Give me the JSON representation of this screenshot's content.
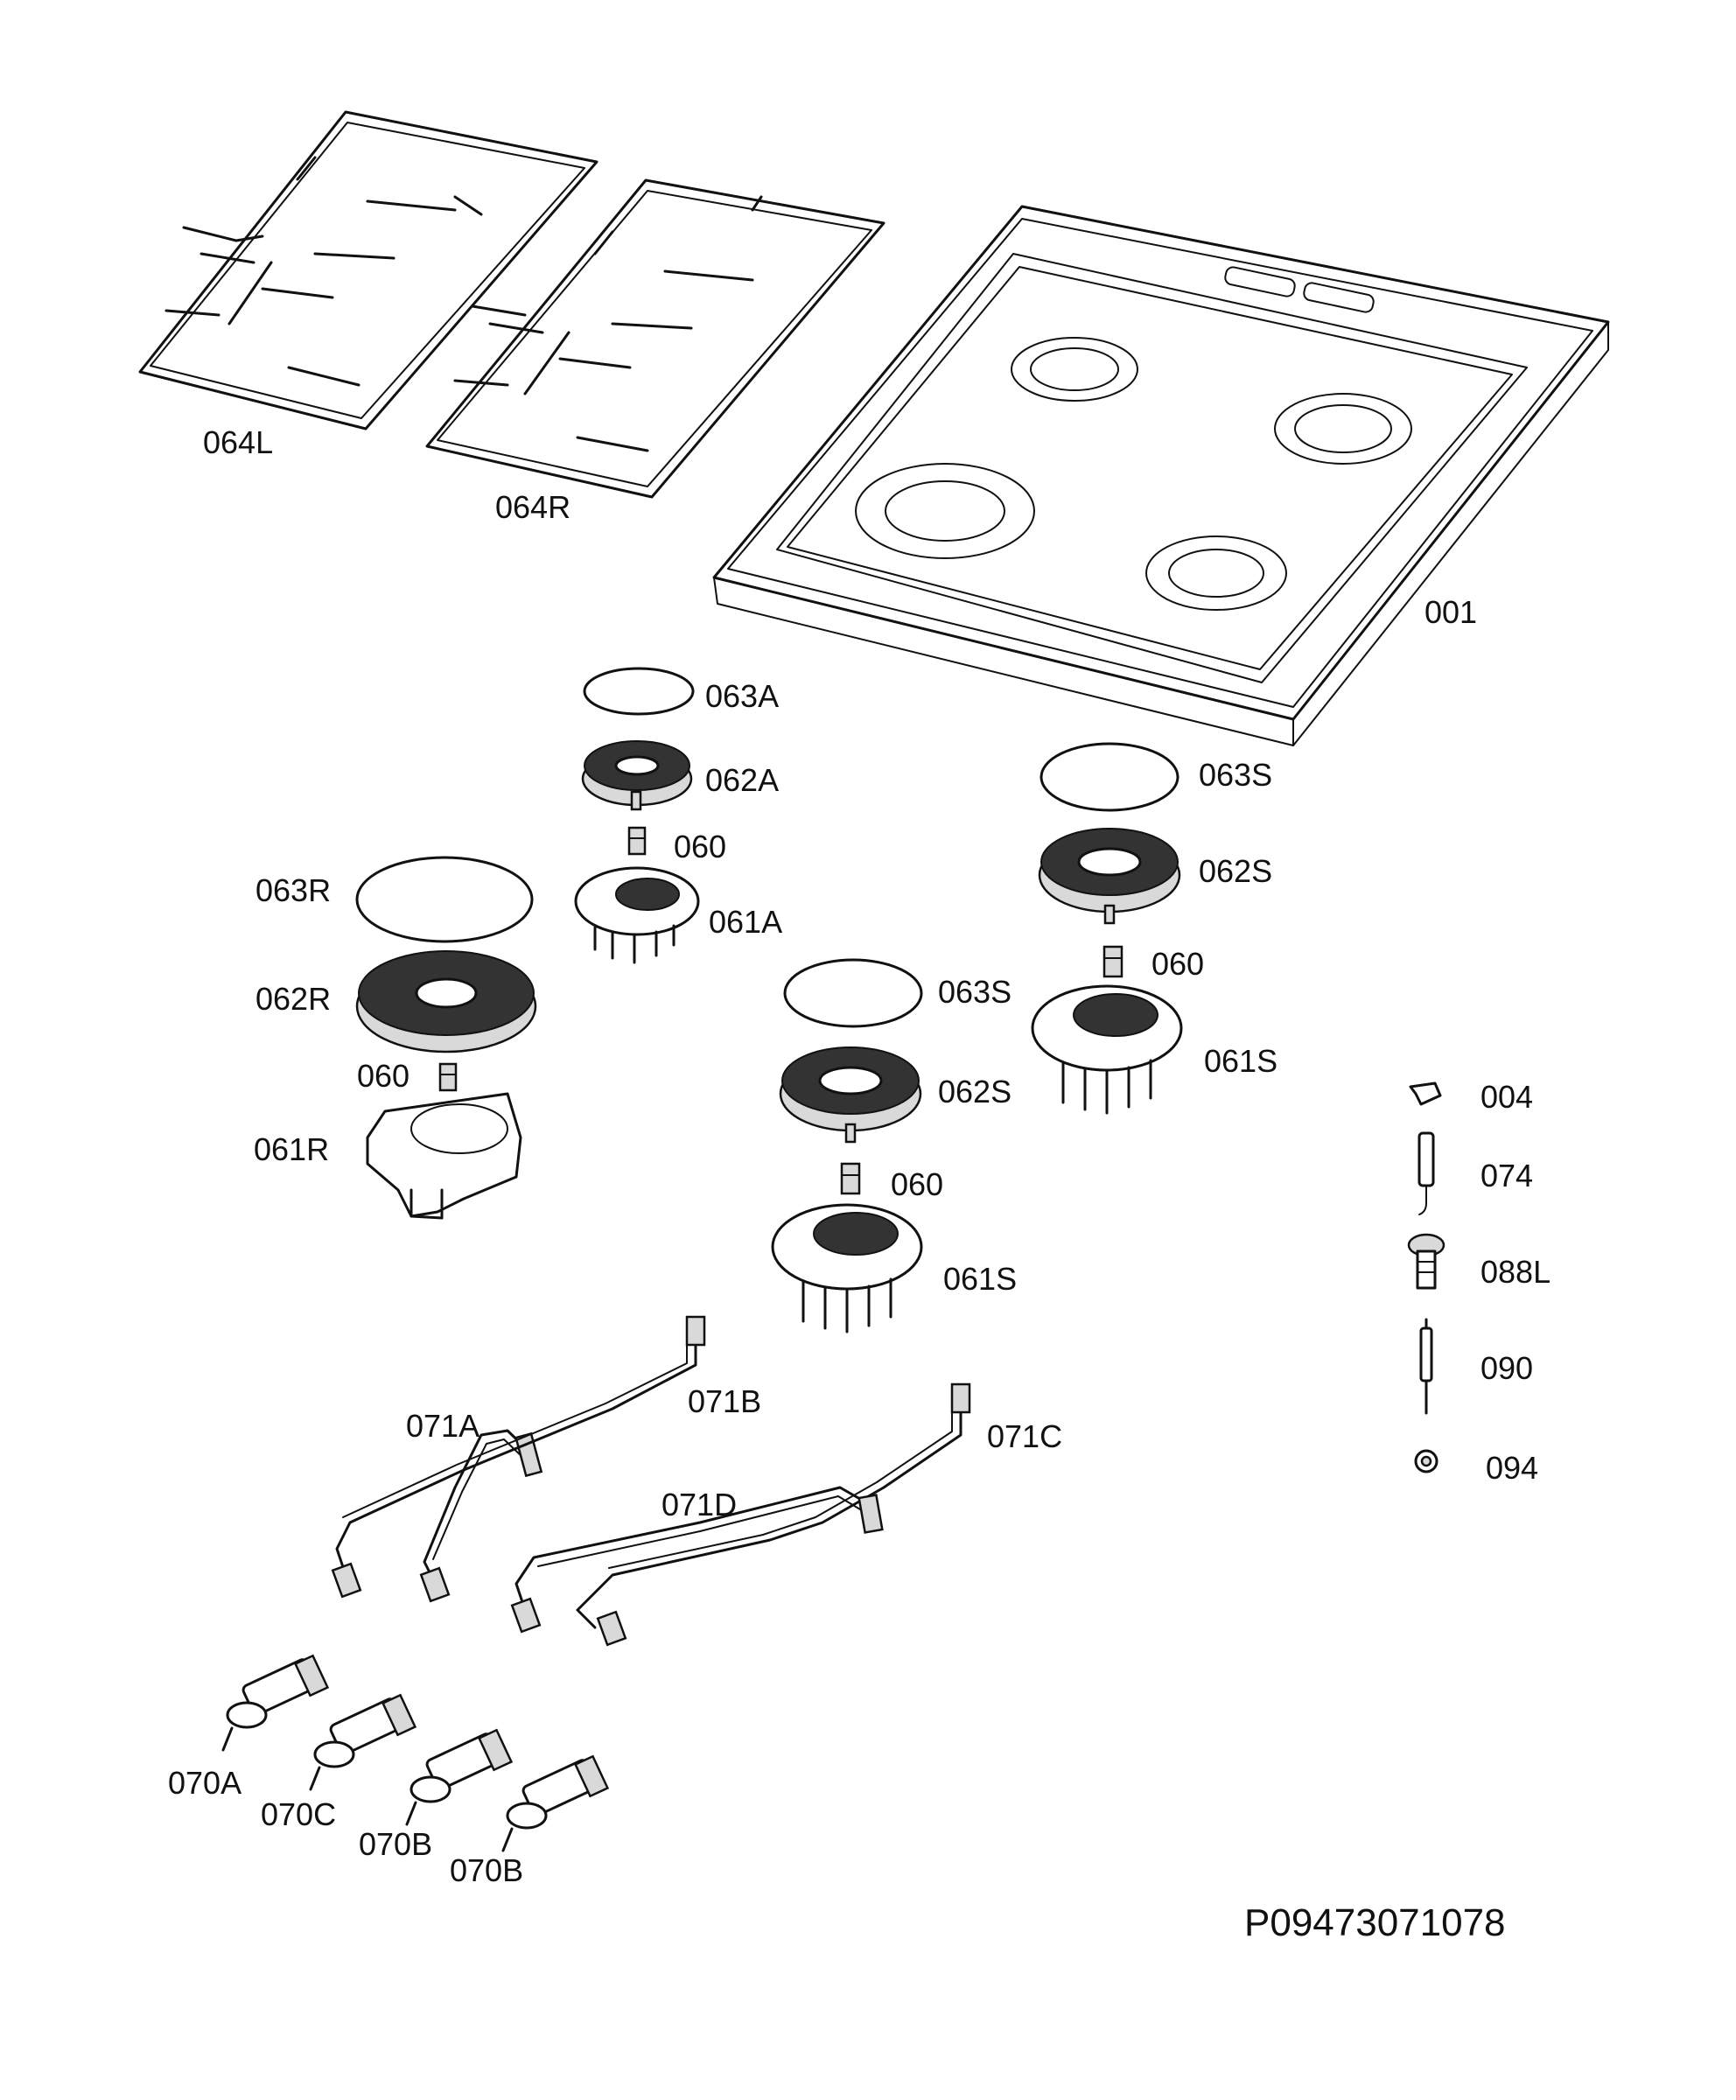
{
  "diagram": {
    "drawing_number": "P09473071078",
    "labels": {
      "p064L": "064L",
      "p064R": "064R",
      "p001": "001",
      "p063A": "063A",
      "p062A": "062A",
      "p060_a": "060",
      "p061A": "061A",
      "p063S_top": "063S",
      "p062S_top": "062S",
      "p060_s_top": "060",
      "p061S_top": "061S",
      "p063R": "063R",
      "p062R": "062R",
      "p060_r": "060",
      "p061R": "061R",
      "p063S_mid": "063S",
      "p062S_mid": "062S",
      "p060_s_mid": "060",
      "p061S_mid": "061S",
      "p004": "004",
      "p074": "074",
      "p088L": "088L",
      "p090": "090",
      "p094": "094",
      "p071A": "071A",
      "p071B": "071B",
      "p071C": "071C",
      "p071D": "071D",
      "p070A": "070A",
      "p070C": "070C",
      "p070B_1": "070B",
      "p070B_2": "070B"
    }
  }
}
